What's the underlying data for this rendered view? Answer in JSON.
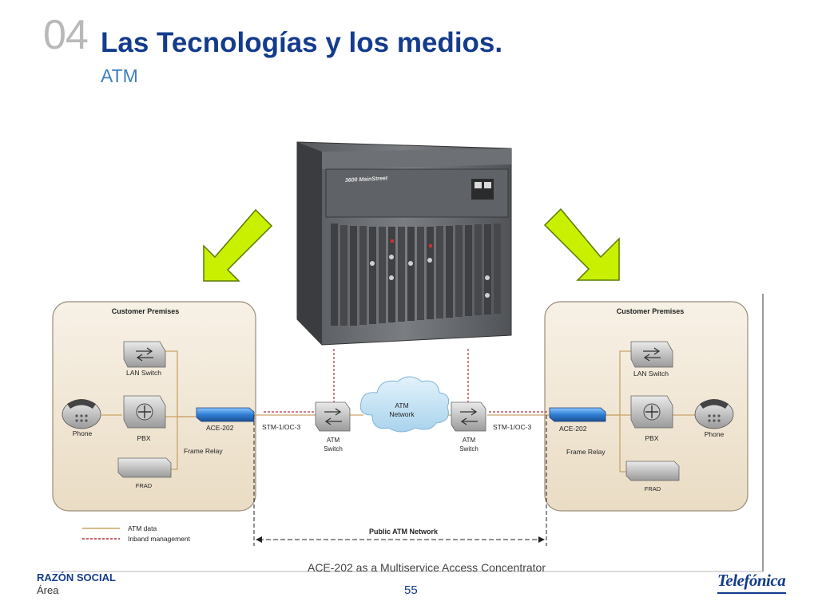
{
  "header": {
    "number": "04",
    "title": "Las Tecnologías y los medios.",
    "subtitle": "ATM"
  },
  "diagram": {
    "equipment_label": "3600 MainStreet",
    "left_premises": {
      "title": "Customer Premises",
      "lan_switch": "LAN Switch",
      "phone": "Phone",
      "pbx": "PBX",
      "ace": "ACE-202",
      "frame_relay": "Frame Relay",
      "frad": "FRAD"
    },
    "right_premises": {
      "title": "Customer Premises",
      "lan_switch": "LAN Switch",
      "phone": "Phone",
      "pbx": "PBX",
      "ace": "ACE-202",
      "frame_relay": "Frame Relay",
      "frad": "FRAD"
    },
    "link_left": "STM-1/OC-3",
    "link_right": "STM-1/OC-3",
    "atm_switch_left": [
      "ATM",
      "Switch"
    ],
    "atm_switch_right": [
      "ATM",
      "Switch"
    ],
    "cloud": [
      "ATM",
      "Network"
    ],
    "legend": {
      "atm_data": "ATM data",
      "inband": "Inband management"
    },
    "public_network": "Public ATM Network",
    "caption": "ACE-202 as a Multiservice Access Concentrator",
    "colors": {
      "premises_fill": "#f1e6d4",
      "premises_stroke": "#9a8d78",
      "atm_data_line": "#c9a36a",
      "inband_line": "#b0303c",
      "arrow_fill": "#c8f000",
      "arrow_stroke": "#5a7a00",
      "ace_blue": "#2f7fd6",
      "cloud": "#bfe0f2"
    }
  },
  "footer": {
    "company": "RAZÓN SOCIAL",
    "area": "Área",
    "page": "55",
    "logo": "Telefónica"
  }
}
